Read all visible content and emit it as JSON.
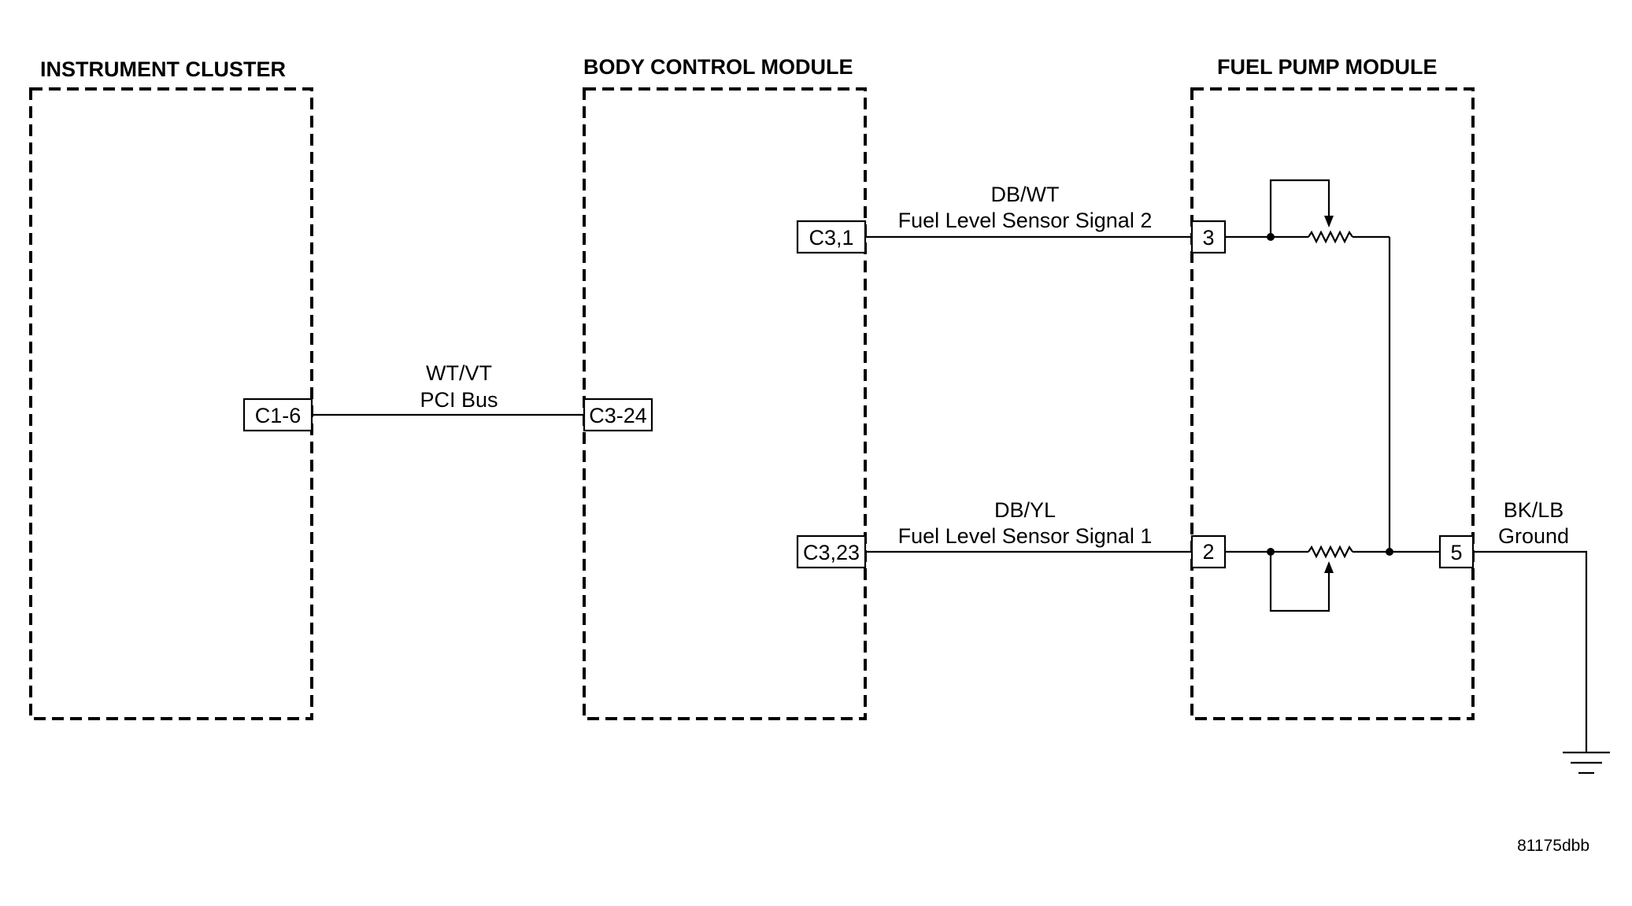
{
  "modules": {
    "instrument_cluster": "INSTRUMENT CLUSTER",
    "body_control_module": "BODY CONTROL MODULE",
    "fuel_pump_module": "FUEL PUMP MODULE"
  },
  "connectors": {
    "cluster_pci": "C1-6",
    "bcm_pci": "C3-24",
    "bcm_signal_2": "C3,1",
    "bcm_signal_1": "C3,23",
    "fpm_signal_2": "3",
    "fpm_signal_1": "2",
    "fpm_ground": "5"
  },
  "wires": {
    "pci_bus": {
      "color_code": "WT/VT",
      "name": "PCI Bus"
    },
    "signal_2": {
      "color_code": "DB/WT",
      "name": "Fuel Level Sensor Signal 2"
    },
    "signal_1": {
      "color_code": "DB/YL",
      "name": "Fuel Level Sensor Signal 1"
    },
    "ground": {
      "color_code": "BK/LB",
      "name": "Ground"
    }
  },
  "figure_id": "81175dbb"
}
